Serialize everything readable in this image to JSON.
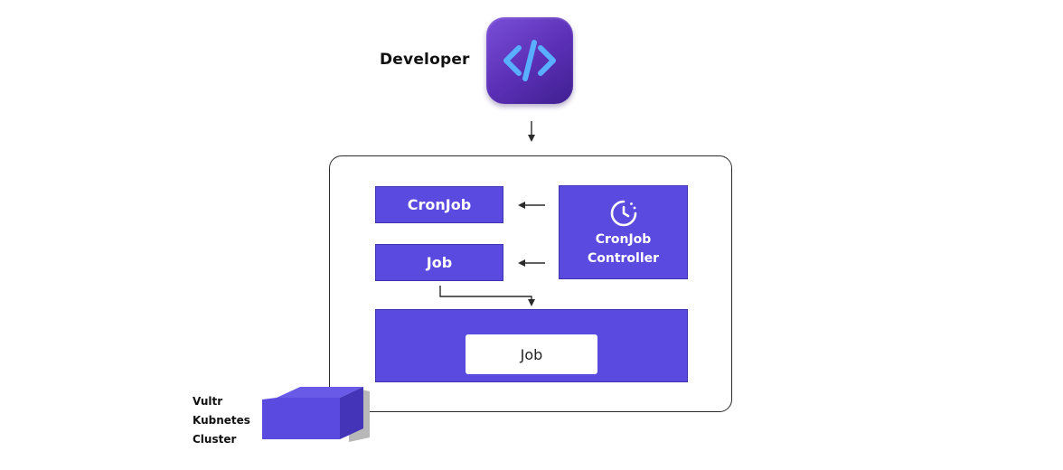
{
  "developer": {
    "label": "Developer",
    "icon": "code-brackets-icon"
  },
  "cluster": {
    "label_lines": [
      "Vultr",
      "Kubnetes",
      "Cluster"
    ],
    "icon": "cluster-cube-icon"
  },
  "cronjob": {
    "label": "CronJob"
  },
  "job": {
    "label": "Job"
  },
  "controller": {
    "label_lines": [
      "CronJob",
      "Controller"
    ],
    "icon": "clock-icon"
  },
  "pod": {
    "label": "Job"
  },
  "colors": {
    "primary": "#5a4ae0",
    "icon_bg": "#5a2fb5",
    "icon_glyph": "#5aaeff",
    "stroke": "#2b2b2b"
  }
}
